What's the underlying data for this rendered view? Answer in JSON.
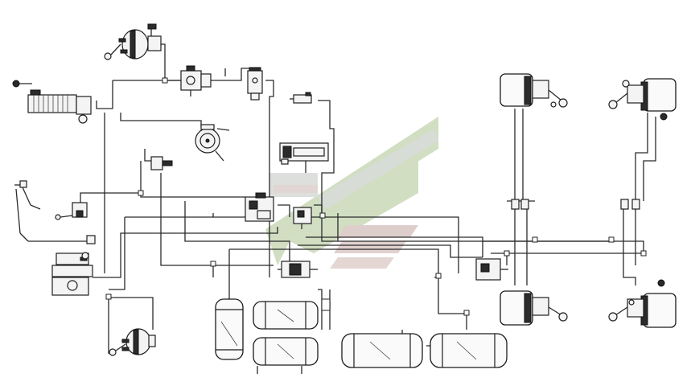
{
  "diagram": {
    "type": "pneumatic brake system schematic",
    "text_labels": [],
    "watermark": {
      "kind": "logo",
      "colors": {
        "green": "#c9d9b8",
        "pink": "#d9c6c2",
        "gray": "#cfd3cf"
      }
    },
    "components": [
      {
        "id": "brake-chamber-front-left",
        "icon": "brake-chamber-icon"
      },
      {
        "id": "brake-chamber-rear-left",
        "icon": "brake-chamber-icon"
      },
      {
        "id": "spring-brake-chamber-front-right-top",
        "icon": "spring-brake-chamber-icon"
      },
      {
        "id": "spring-brake-chamber-far-right-top",
        "icon": "spring-brake-chamber-icon"
      },
      {
        "id": "spring-brake-chamber-bottom-mid",
        "icon": "spring-brake-chamber-icon"
      },
      {
        "id": "spring-brake-chamber-far-right-bottom",
        "icon": "spring-brake-chamber-icon"
      },
      {
        "id": "compressor",
        "icon": "compressor-icon"
      },
      {
        "id": "pressure-regulator",
        "icon": "regulator-icon"
      },
      {
        "id": "moisture-separator",
        "icon": "filter-icon"
      },
      {
        "id": "pressure-gauge",
        "icon": "gauge-icon"
      },
      {
        "id": "hand-brake-valve",
        "icon": "hand-valve-icon"
      },
      {
        "id": "brake-pedal-valve",
        "icon": "pedal-icon"
      },
      {
        "id": "protection-valve",
        "icon": "valve-icon"
      },
      {
        "id": "relay-valve",
        "icon": "valve-icon"
      },
      {
        "id": "accelerator-valve",
        "icon": "valve-icon"
      },
      {
        "id": "trailer-control-valve",
        "icon": "valve-icon"
      },
      {
        "id": "air-tank-vertical",
        "icon": "air-tank-icon"
      },
      {
        "id": "air-tank-1",
        "icon": "air-tank-icon"
      },
      {
        "id": "air-tank-2",
        "icon": "air-tank-icon"
      },
      {
        "id": "air-tank-3",
        "icon": "air-tank-icon"
      },
      {
        "id": "air-tank-4",
        "icon": "air-tank-icon"
      }
    ]
  }
}
